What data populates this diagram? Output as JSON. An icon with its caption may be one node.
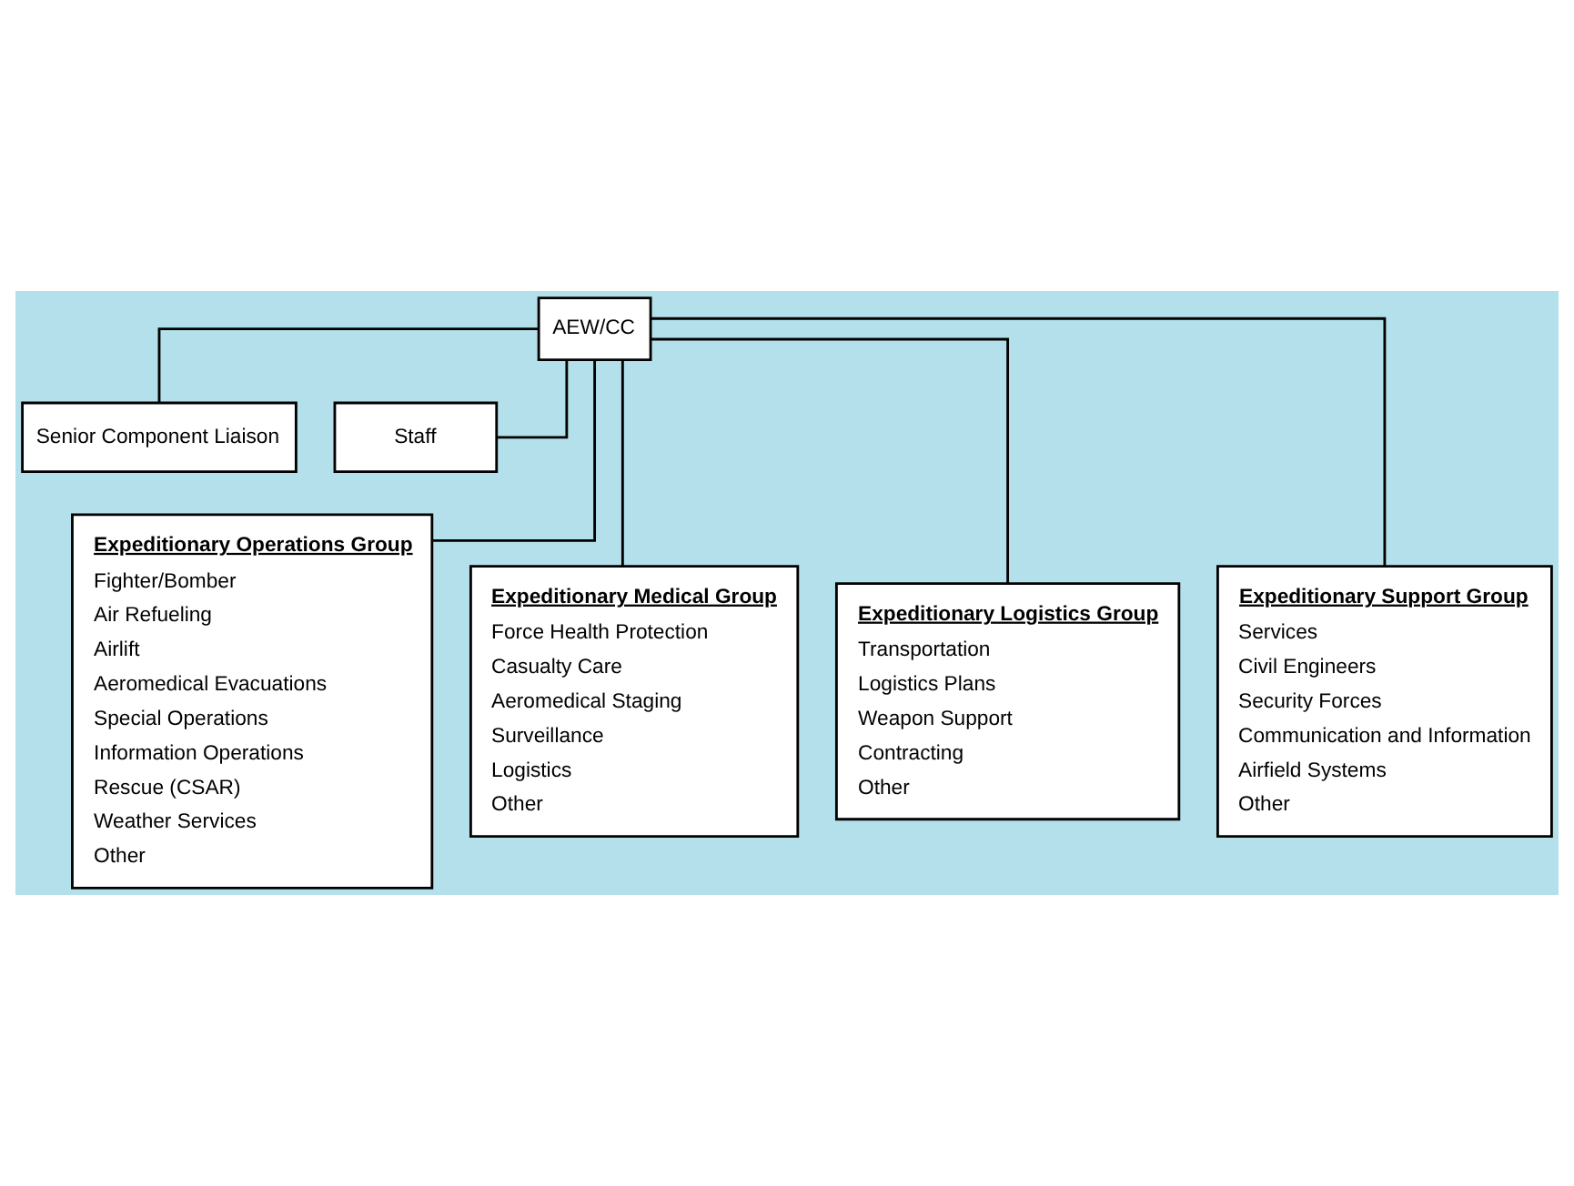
{
  "diagram": {
    "nodes": [
      {
        "text": [
          "AEW/CC"
        ]
      },
      {
        "text": [
          "Senior Component Liaison"
        ]
      },
      {
        "text": [
          "Staff"
        ]
      },
      {
        "text": [
          "Expeditionary Operations Group",
          "Fighter/Bomber",
          "Air Refueling",
          "Airlift",
          "Aeromedical Evacuations",
          "Special Operations",
          "Information Operations",
          "Rescue (CSAR)",
          "Weather Services",
          "Other"
        ]
      },
      {
        "text": [
          "Expeditionary Medical Group",
          "Force Health Protection",
          "Casualty Care",
          "Aeromedical Staging",
          "Surveillance",
          "Logistics",
          "Other"
        ]
      },
      {
        "text": [
          "Expeditionary Logistics Group",
          "Transportation",
          "Logistics Plans",
          "Weapon Support",
          "Contracting",
          "Other"
        ]
      },
      {
        "text": [
          "Expeditionary Support Group",
          "Services",
          "Civil Engineers",
          "Security Forces",
          "Communication and Information",
          "Airfield Systems",
          "Other"
        ]
      }
    ],
    "edges": [
      {
        "from": 0,
        "to": 1,
        "arrow": "none"
      },
      {
        "from": 0,
        "to": 2,
        "arrow": "none"
      },
      {
        "from": 0,
        "to": 3,
        "arrow": "none"
      },
      {
        "from": 0,
        "to": 4,
        "arrow": "none"
      },
      {
        "from": 0,
        "to": 5,
        "arrow": "none"
      },
      {
        "from": 0,
        "to": 6,
        "arrow": "none"
      }
    ]
  }
}
